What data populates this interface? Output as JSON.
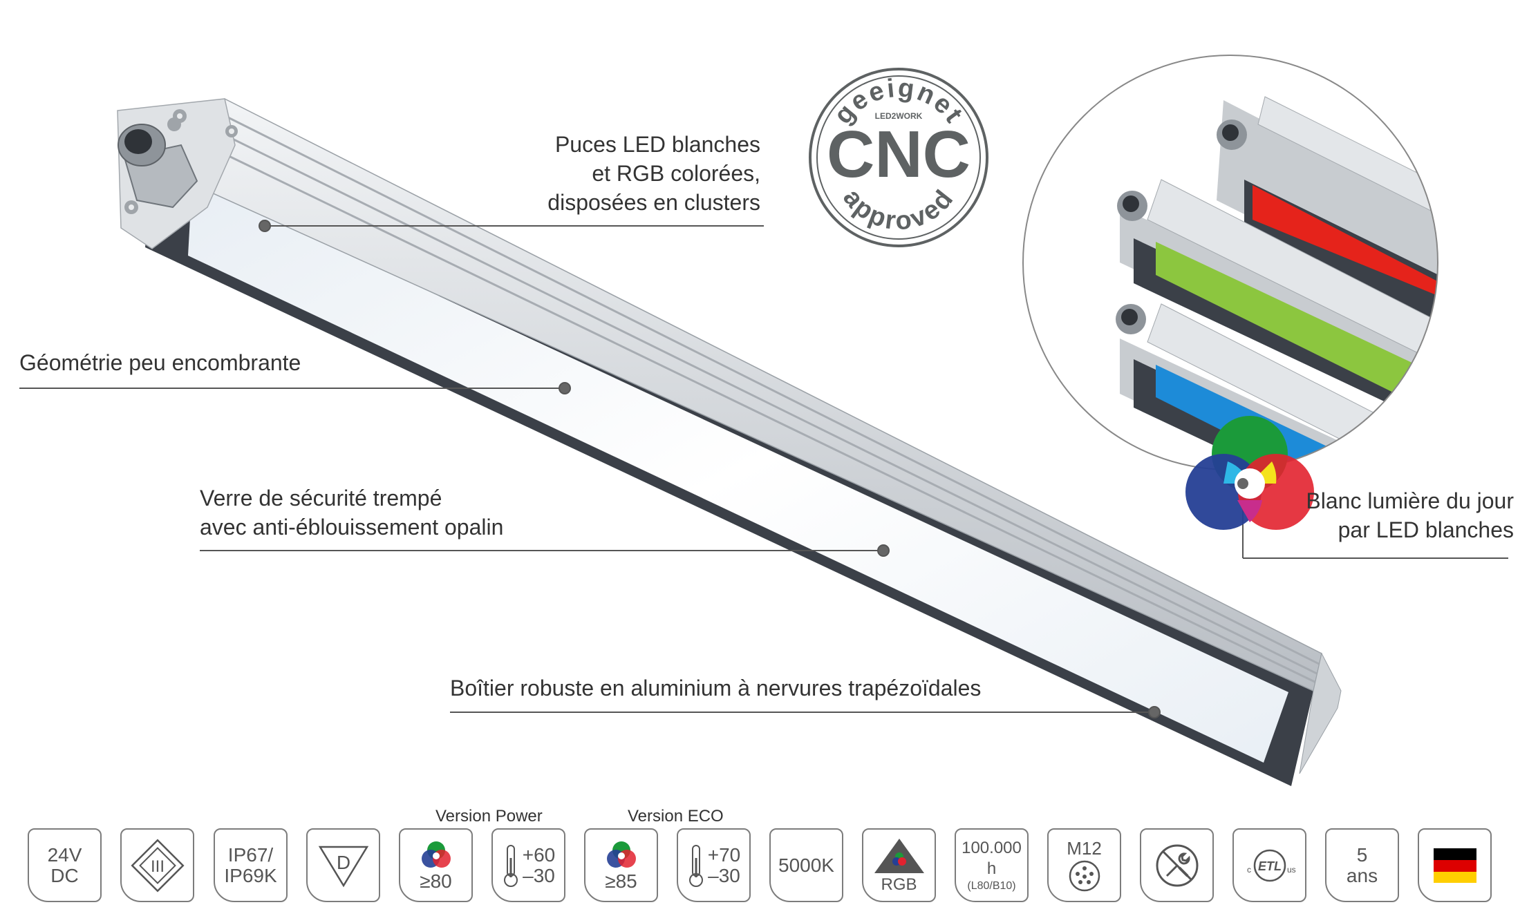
{
  "callouts": {
    "led_line1": "Puces LED blanches",
    "led_line2": "et RGB colorées,",
    "led_line3": "disposées en clusters",
    "geometry": "Géométrie peu encombrante",
    "glass_line1": "Verre de sécurité trempé",
    "glass_line2": "avec anti-éblouissement opalin",
    "housing": "Boîtier robuste en aluminium à nervures trapézoïdales",
    "white_line1": "Blanc lumière du jour",
    "white_line2": "par LED blanches"
  },
  "seal": {
    "top": "geeignet",
    "brand": "LED2WORK",
    "main": "CNC",
    "bottom": "approved"
  },
  "versions": {
    "power": "Version Power",
    "eco": "Version ECO"
  },
  "badges": {
    "voltage": {
      "line1": "24V",
      "line2": "DC"
    },
    "class": {
      "label": "III"
    },
    "ip": {
      "line1": "IP67/",
      "line2": "IP69K"
    },
    "d_mark": {
      "label": "D"
    },
    "cri_power": {
      "value": "≥80"
    },
    "temp_power": {
      "max": "+60",
      "min": "–30"
    },
    "cri_eco": {
      "value": "≥85"
    },
    "temp_eco": {
      "max": "+70",
      "min": "–30"
    },
    "cct": {
      "value": "5000K"
    },
    "rgb": {
      "label": "RGB"
    },
    "lifetime": {
      "line1": "100.000 h",
      "line2": "(L80/B10)"
    },
    "connector": {
      "label": "M12"
    },
    "warranty": {
      "line1": "5",
      "line2": "ans"
    },
    "etl": {
      "c": "c",
      "us": "us",
      "etl": "ETL"
    }
  },
  "colors": {
    "text": "#333333",
    "badge_border": "#7c7c7c",
    "seal": "#5e6263",
    "red": "#e5231b",
    "green": "#8cc63f",
    "blue": "#1d8bd8",
    "flag_black": "#000000",
    "flag_red": "#dd0000",
    "flag_gold": "#ffce00"
  },
  "icons": {
    "connector": "m12-connector-icon",
    "thermometer": "thermometer-icon",
    "color_wheel": "rgb-color-wheel-icon",
    "no_tools": "no-tools-icon",
    "flag": "german-flag-icon"
  }
}
